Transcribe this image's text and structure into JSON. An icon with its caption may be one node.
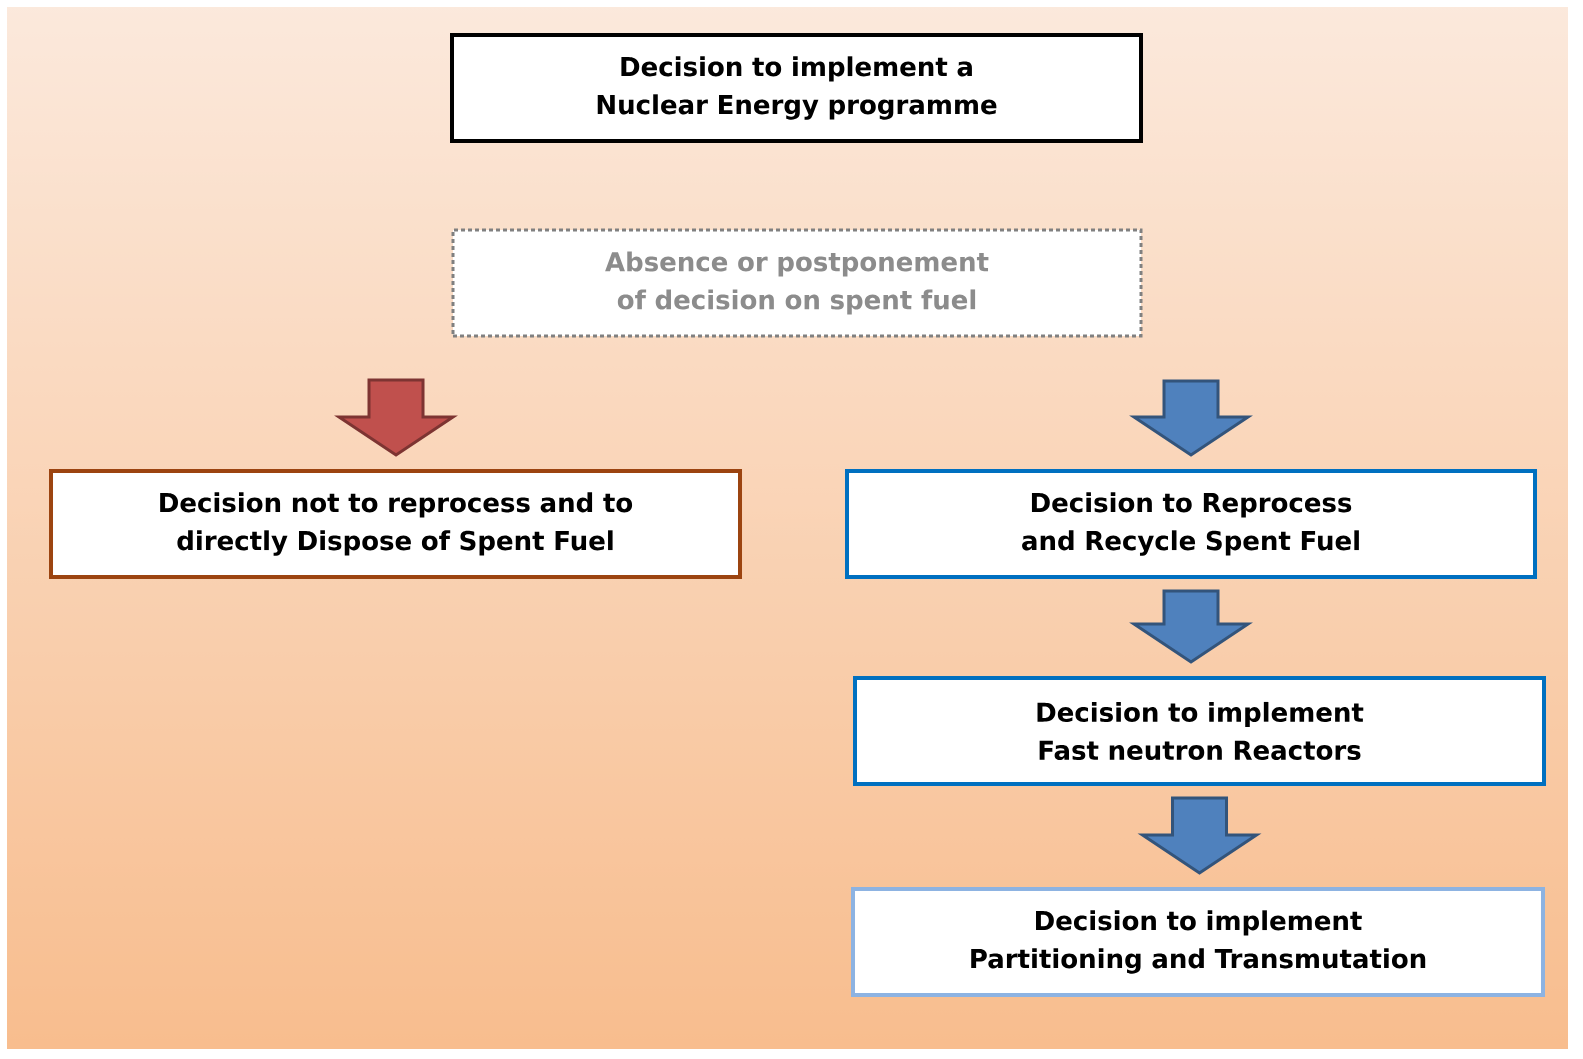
{
  "diagram": {
    "nodes": [
      {
        "text": [
          "Decision to implement a Nuclear Energy programme"
        ]
      },
      {
        "text": [
          "Absence or postponement of decision on spent fuel"
        ]
      },
      {
        "text": [
          "Decision not to reprocess and to directly Dispose of Spent Fuel"
        ]
      },
      {
        "text": [
          "Decision to Reprocess and Recycle Spent Fuel"
        ]
      },
      {
        "text": [
          "Decision to implement Fast neutron Reactors"
        ]
      },
      {
        "text": [
          "Decision to implement Partitioning and Transmutation"
        ]
      }
    ],
    "edges": [
      {
        "from": null,
        "to": 2,
        "arrow": "to",
        "color": "#c0504d"
      },
      {
        "from": null,
        "to": 3,
        "arrow": "to"
      },
      {
        "from": 3,
        "to": 4,
        "arrow": "to"
      },
      {
        "from": 4,
        "to": 5,
        "arrow": "to"
      }
    ]
  }
}
